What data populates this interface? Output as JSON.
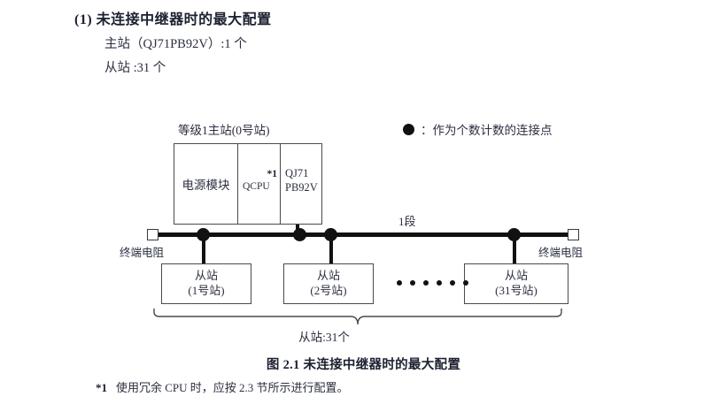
{
  "heading": {
    "number": "(1)",
    "title": "未连接中继器时的最大配置",
    "full": "(1) 未连接中继器时的最大配置"
  },
  "specs": {
    "master_line": "主站（QJ71PB92V）:1 个",
    "slave_line": "从站 :31 个"
  },
  "legend": {
    "symbol": "filled-circle",
    "text": "：作为个数计数的连接点"
  },
  "diagram": {
    "master_station": {
      "title": "等级1主站(0号站)",
      "modules": [
        {
          "name": "power-module",
          "label": "电源模块"
        },
        {
          "name": "cpu-module",
          "label": "QCPU",
          "footnote_mark": "*1"
        },
        {
          "name": "network-module",
          "label": "QJ71\nPB92V",
          "line1": "QJ71",
          "line2": "PB92V"
        }
      ]
    },
    "segment_label": "1段",
    "terminator_left_label": "终端电阻",
    "terminator_right_label": "终端电阻",
    "slaves": [
      {
        "name": "slave-1",
        "line1": "从站",
        "line2": "(1号站)"
      },
      {
        "name": "slave-2",
        "line1": "从站",
        "line2": "(2号站)"
      },
      {
        "name": "slave-31",
        "line1": "从站",
        "line2": "(31号站)"
      }
    ],
    "ellipsis_count": 6,
    "brace_label": "从站:31个"
  },
  "caption": "图 2.1  未连接中继器时的最大配置",
  "footnote": {
    "mark": "*1",
    "text": "使用冗余 CPU 时，应按 2.3 节所示进行配置。"
  },
  "colors": {
    "ink": "#2b2f40",
    "bold_ink": "#1c2030",
    "line": "#111111",
    "box_border": "#4a4a4a",
    "background": "#ffffff"
  }
}
